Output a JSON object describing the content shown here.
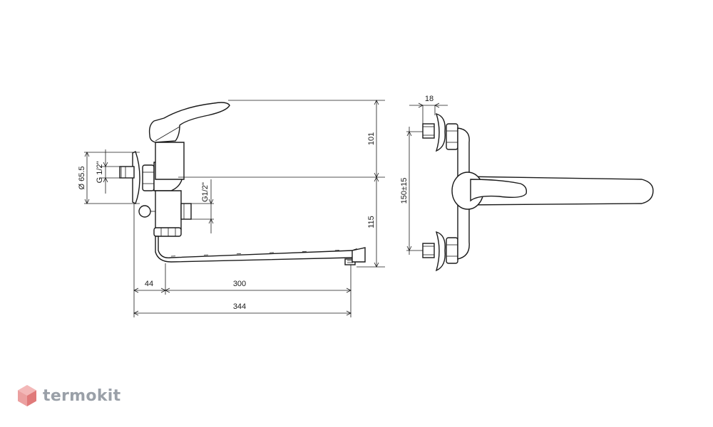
{
  "dimensions": {
    "height_top": "101",
    "height_bottom": "115",
    "offset_44": "44",
    "length_300": "300",
    "length_344": "344",
    "diameter": "Ø 65.5",
    "thread_inlet": "G 1/2\"",
    "thread_outlet": "G1/2\"",
    "width_18": "18",
    "center_distance": "150±15"
  },
  "brand": {
    "name": "termokit",
    "logo_icon": "hexagon-logo-icon",
    "color_light": "#f3b8b8",
    "color_dark": "#e07a7a"
  }
}
